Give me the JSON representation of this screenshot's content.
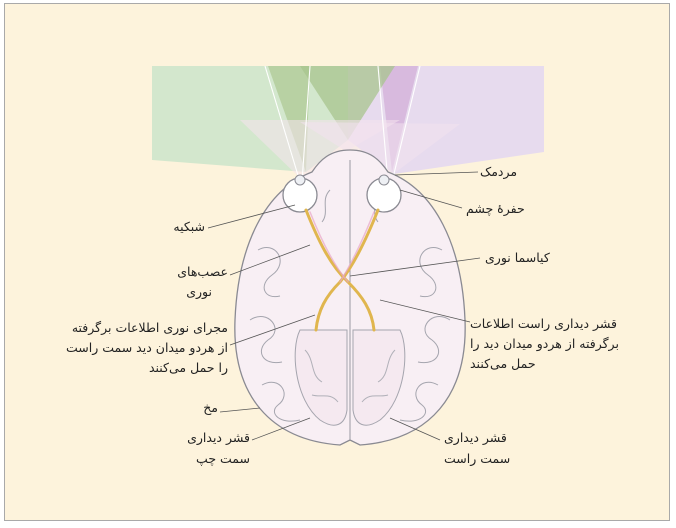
{
  "labels": {
    "pupil": "مردمک",
    "eye_socket": "حفرهٔ چشم",
    "retina": "شبکیه",
    "optic_chiasm": "کیاسما نوری",
    "optic_nerves_1": "عصب‌های",
    "optic_nerves_2": "نوری",
    "right_cortex_1": "قشر دیداری راست اطلاعات",
    "right_cortex_2": "برگرفته از هردو میدان دید را",
    "right_cortex_3": "حمل می‌کنند",
    "optic_tract_1": "مجرای نوری اطلاعات برگرفته",
    "optic_tract_2": "از هردو میدان دید سمت راست",
    "optic_tract_3": "را حمل می‌کنند",
    "brain": "مخ",
    "left_visual_cortex_1": "قشر دیداری",
    "left_visual_cortex_2": "سمت چپ",
    "right_visual_cortex_1": "قشر دیداری",
    "right_visual_cortex_2": "سمت راست"
  },
  "colors": {
    "background": "#fdf3dc",
    "left_field": "#d2e6cc",
    "right_field": "#e6d9ec",
    "left_field_dark": "#a7c48c",
    "right_field_dark": "#cfa8d6",
    "optic_path": "#e0b64e",
    "brain": "#f7eef3",
    "brain_outline": "#8a8a92"
  }
}
